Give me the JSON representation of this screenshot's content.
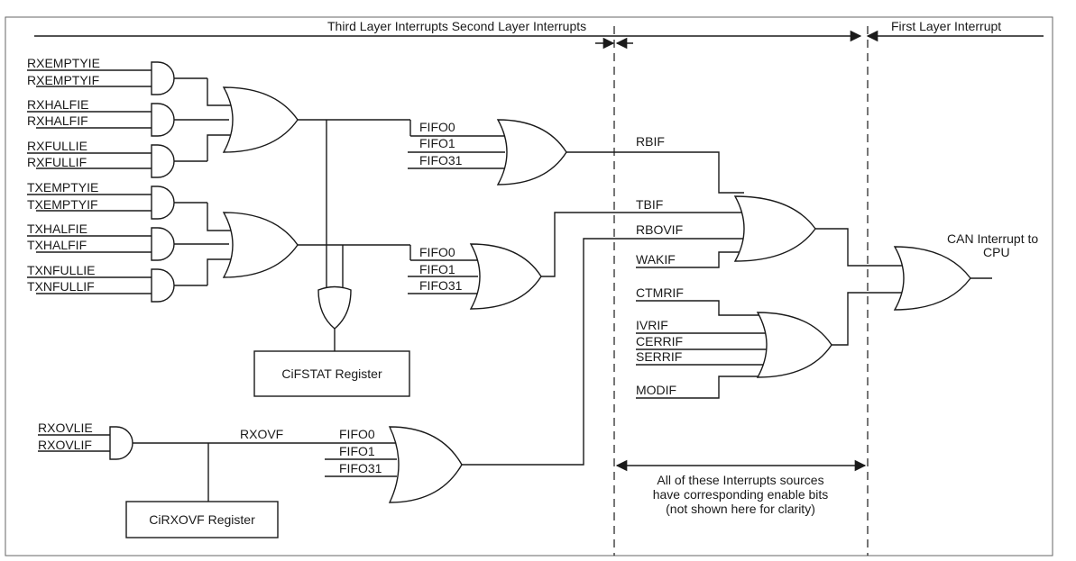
{
  "header": {
    "third_second": "Third Layer Interrupts Second Layer Interrupts",
    "first": "First Layer Interrupt"
  },
  "inputs": {
    "rxemptyie": "RXEMPTYIE",
    "rxemptyif": "RXEMPTYIF",
    "rxhalfie": "RXHALFIE",
    "rxhalfif": "RXHALFIF",
    "rxfullie": "RXFULLIE",
    "rxfullif": "RXFULLIF",
    "txemptyie": "TXEMPTYIE",
    "txemptyif": "TXEMPTYIF",
    "txhalfie": "TXHALFIE",
    "txhalfif": "TXHALFIF",
    "txnfullie": "TXNFULLIE",
    "txnfullif": "TXNFULLIF",
    "rxovlie": "RXOVLIE",
    "rxovlif": "RXOVLIF"
  },
  "fifo": {
    "f0": "FIFO0",
    "f1": "FIFO1",
    "f31": "FIFO31"
  },
  "signals": {
    "rbif": "RBIF",
    "tbif": "TBIF",
    "rbovif": "RBOVIF",
    "wakif": "WAKIF",
    "ctmrif": "CTMRIF",
    "ivrif": "IVRIF",
    "cerrif": "CERRIF",
    "serrif": "SERRIF",
    "modif": "MODIF",
    "rxovf": "RXOVF"
  },
  "registers": {
    "cifstat": "CiFSTAT Register",
    "cirxovf": "CiRXOVF Register"
  },
  "output": {
    "line1": "CAN Interrupt to",
    "line2": "CPU"
  },
  "note": {
    "line1": "All of these Interrupts sources",
    "line2": "have corresponding enable bits",
    "line3": "(not shown here for clarity)"
  }
}
